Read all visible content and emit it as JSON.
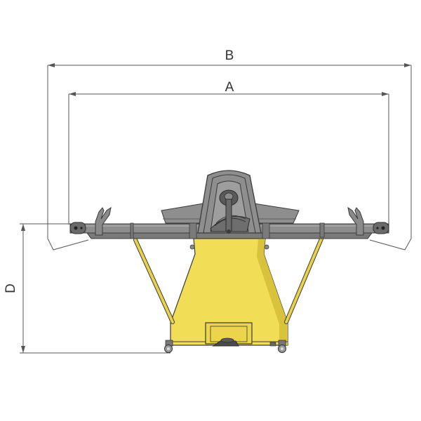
{
  "dimensions": {
    "a_label": "A",
    "b_label": "B",
    "d_label": "D"
  },
  "colors": {
    "dimension_line": "#555555",
    "machine_gray": "#8e8e8e",
    "machine_gray_dark": "#5e5e5e",
    "machine_outline": "#3a3a3a",
    "base_yellow": "#f2dd57",
    "base_yellow_dark": "#d9c23c",
    "leg_yellow": "#e9d24a"
  }
}
